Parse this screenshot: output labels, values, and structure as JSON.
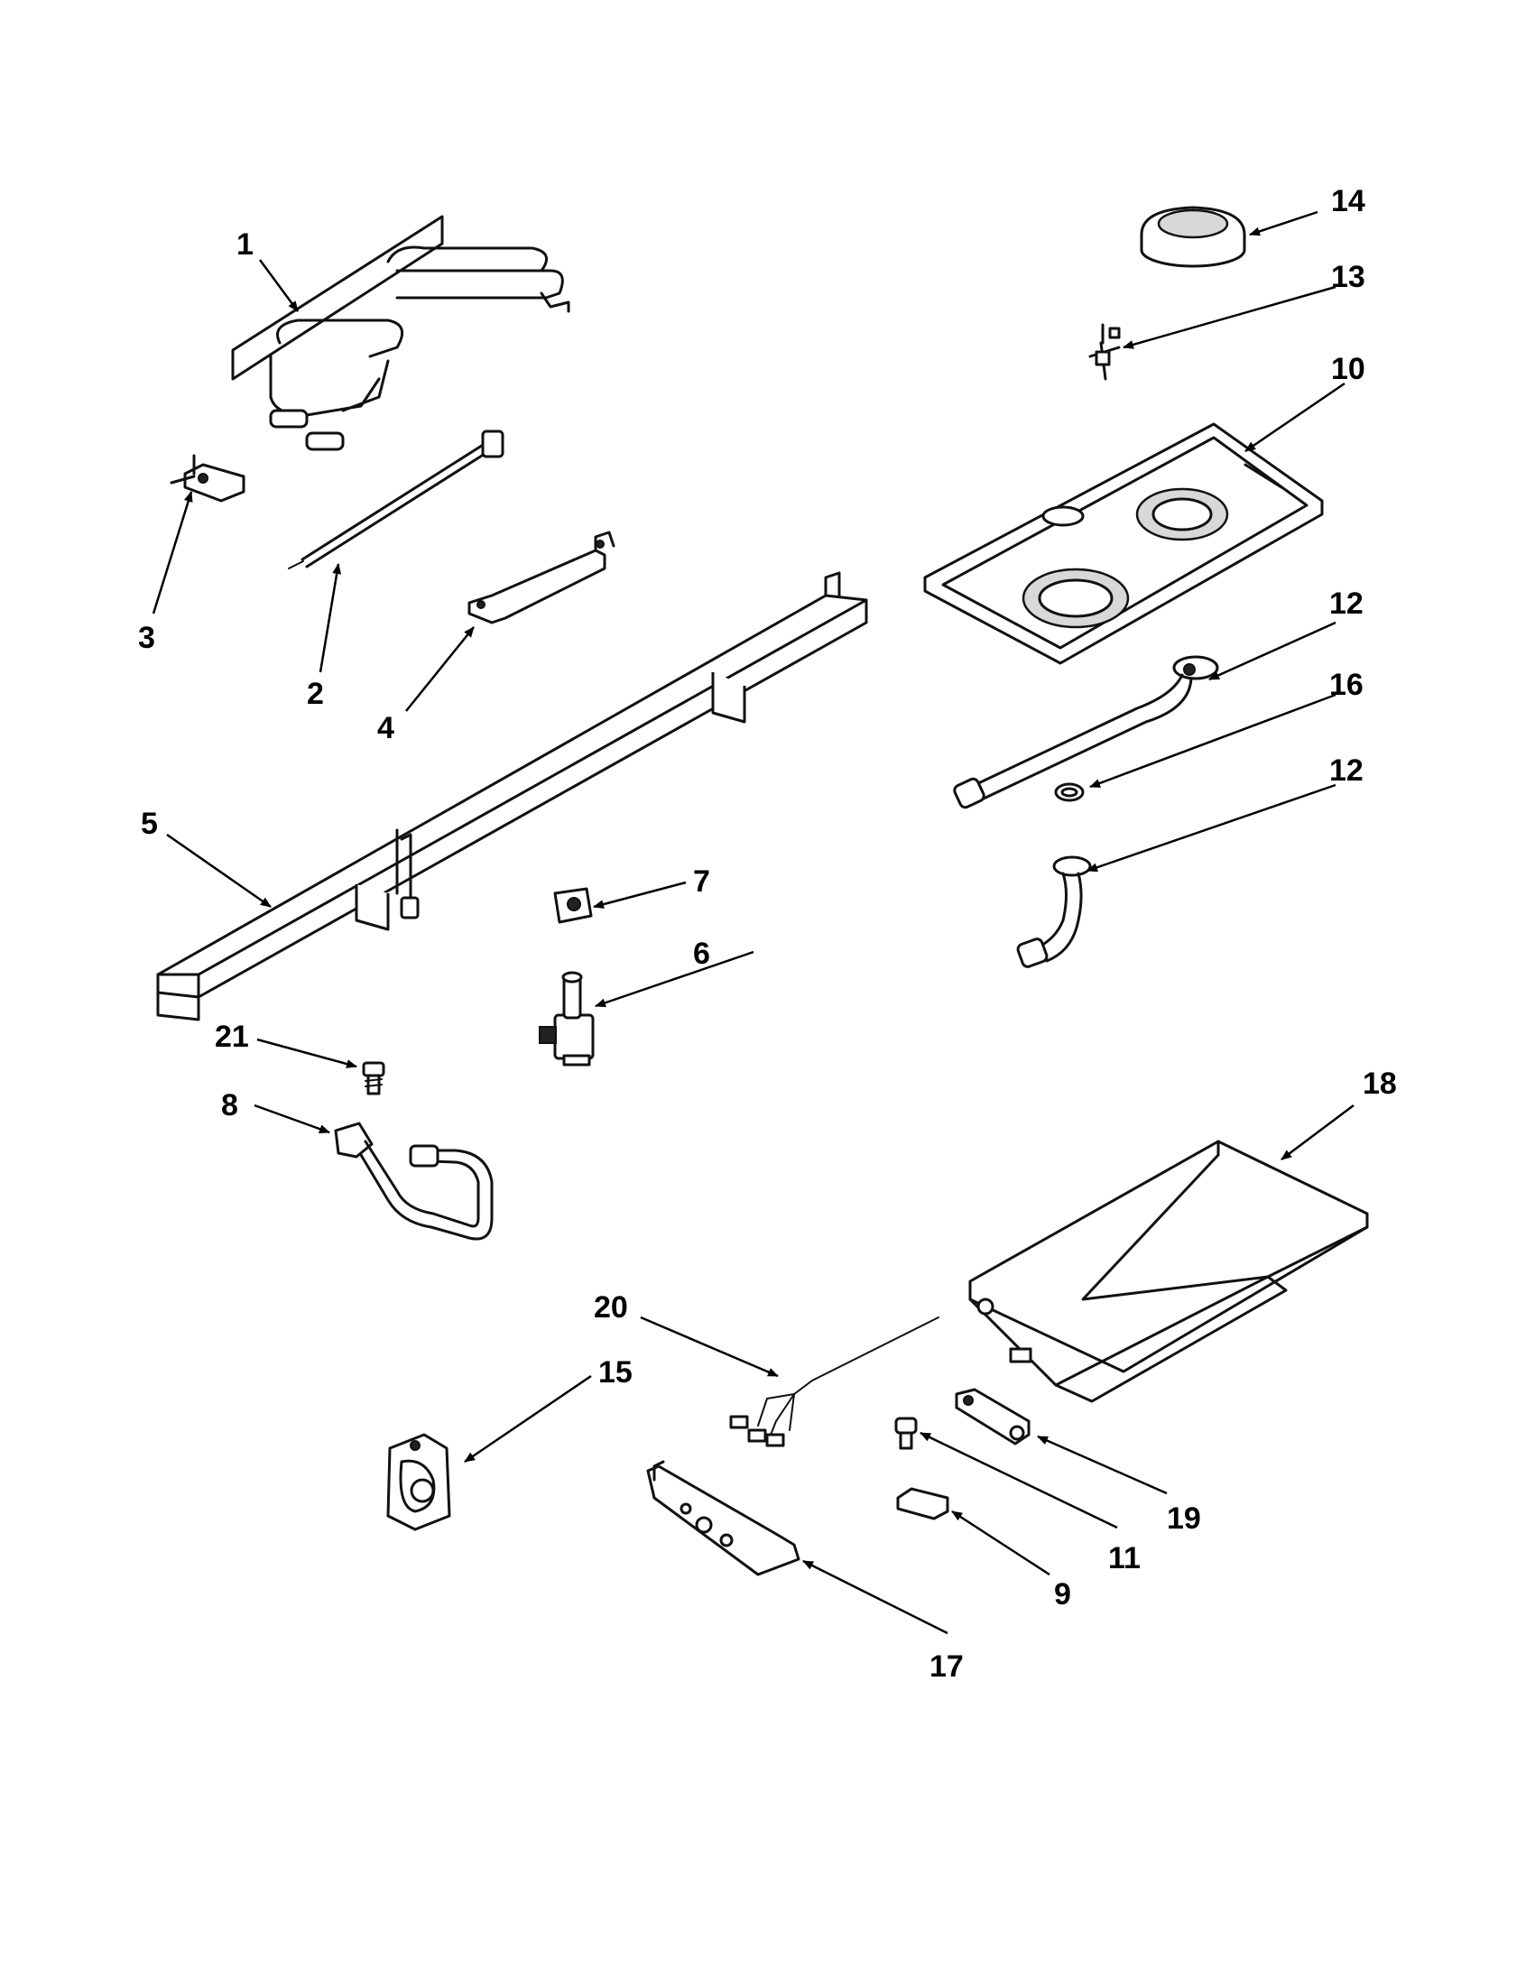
{
  "callouts": [
    {
      "id": "p1",
      "label": "1"
    },
    {
      "id": "p2",
      "label": "2"
    },
    {
      "id": "p3",
      "label": "3"
    },
    {
      "id": "p4",
      "label": "4"
    },
    {
      "id": "p5",
      "label": "5"
    },
    {
      "id": "p6",
      "label": "6"
    },
    {
      "id": "p7",
      "label": "7"
    },
    {
      "id": "p8",
      "label": "8"
    },
    {
      "id": "p9",
      "label": "9"
    },
    {
      "id": "p10",
      "label": "10"
    },
    {
      "id": "p11",
      "label": "11"
    },
    {
      "id": "p12a",
      "label": "12"
    },
    {
      "id": "p12b",
      "label": "12"
    },
    {
      "id": "p13",
      "label": "13"
    },
    {
      "id": "p14",
      "label": "14"
    },
    {
      "id": "p15",
      "label": "15"
    },
    {
      "id": "p16",
      "label": "16"
    },
    {
      "id": "p17",
      "label": "17"
    },
    {
      "id": "p18",
      "label": "18"
    },
    {
      "id": "p19",
      "label": "19"
    },
    {
      "id": "p20",
      "label": "20"
    },
    {
      "id": "p21",
      "label": "21"
    }
  ],
  "colors": {
    "line": "#111111",
    "background": "#ffffff"
  }
}
